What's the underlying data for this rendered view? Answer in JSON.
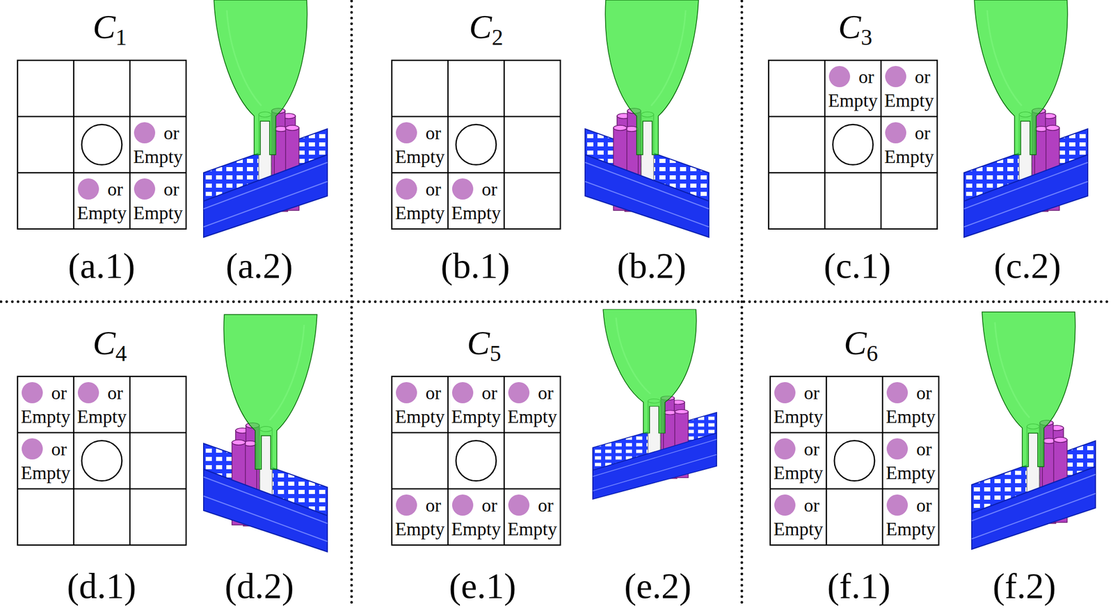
{
  "diagram": {
    "nodes": [
      {
        "text": [
          "or Empty"
        ]
      },
      {
        "text": [
          "or Empty"
        ]
      },
      {
        "text": [
          "or Empty"
        ]
      },
      {
        "text": [
          "or Empty"
        ]
      },
      {
        "text": [
          "or Empty"
        ]
      },
      {
        "text": [
          "or Empty"
        ]
      },
      {
        "text": [
          "or Empty"
        ]
      },
      {
        "text": [
          "or Empty"
        ]
      },
      {
        "text": [
          "or Empty"
        ]
      },
      {
        "text": [
          "or Empty"
        ]
      },
      {
        "text": [
          "or Empty"
        ]
      },
      {
        "text": [
          "or Empty"
        ]
      },
      {
        "text": [
          "or Empty"
        ]
      },
      {
        "text": [
          "or Empty"
        ]
      },
      {
        "text": [
          "or Empty"
        ]
      },
      {
        "text": [
          "or Empty"
        ]
      },
      {
        "text": [
          "or Empty"
        ]
      },
      {
        "text": [
          "or Empty"
        ]
      },
      {
        "text": [
          "or Empty"
        ]
      },
      {
        "text": [
          "or Empty"
        ]
      },
      {
        "text": [
          "or Empty"
        ]
      },
      {
        "text": [
          "or Empty"
        ]
      },
      {
        "text": [
          "or Empty"
        ]
      },
      {
        "text": [
          "or Empty"
        ]
      }
    ],
    "labels": [
      "C",
      "1",
      "(a.1)",
      "(a.2)",
      "C",
      "2",
      "(b.1)",
      "(b.2)",
      "C",
      "3",
      "(c.1)",
      "(c.2)",
      "C",
      "4",
      "(d.1)",
      "(d.2)",
      "C",
      "5",
      "(e.1)",
      "(e.2)",
      "C",
      "6",
      "(f.1)",
      "(f.2)"
    ]
  }
}
